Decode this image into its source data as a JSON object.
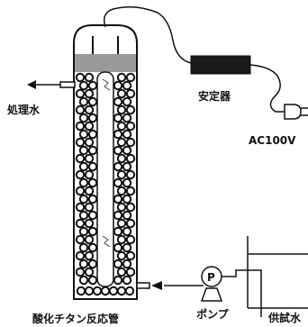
{
  "labels": {
    "treated_water": "処理水",
    "ballast": "安定器",
    "power": "AC100V",
    "reactor": "酸化チタン反応管",
    "pump": "ポンプ",
    "pump_symbol": "P",
    "feed_water": "供試水"
  },
  "colors": {
    "ink": "#111111",
    "ballast_body": "#1a1a1a",
    "bead_fill": "#ffffff"
  }
}
